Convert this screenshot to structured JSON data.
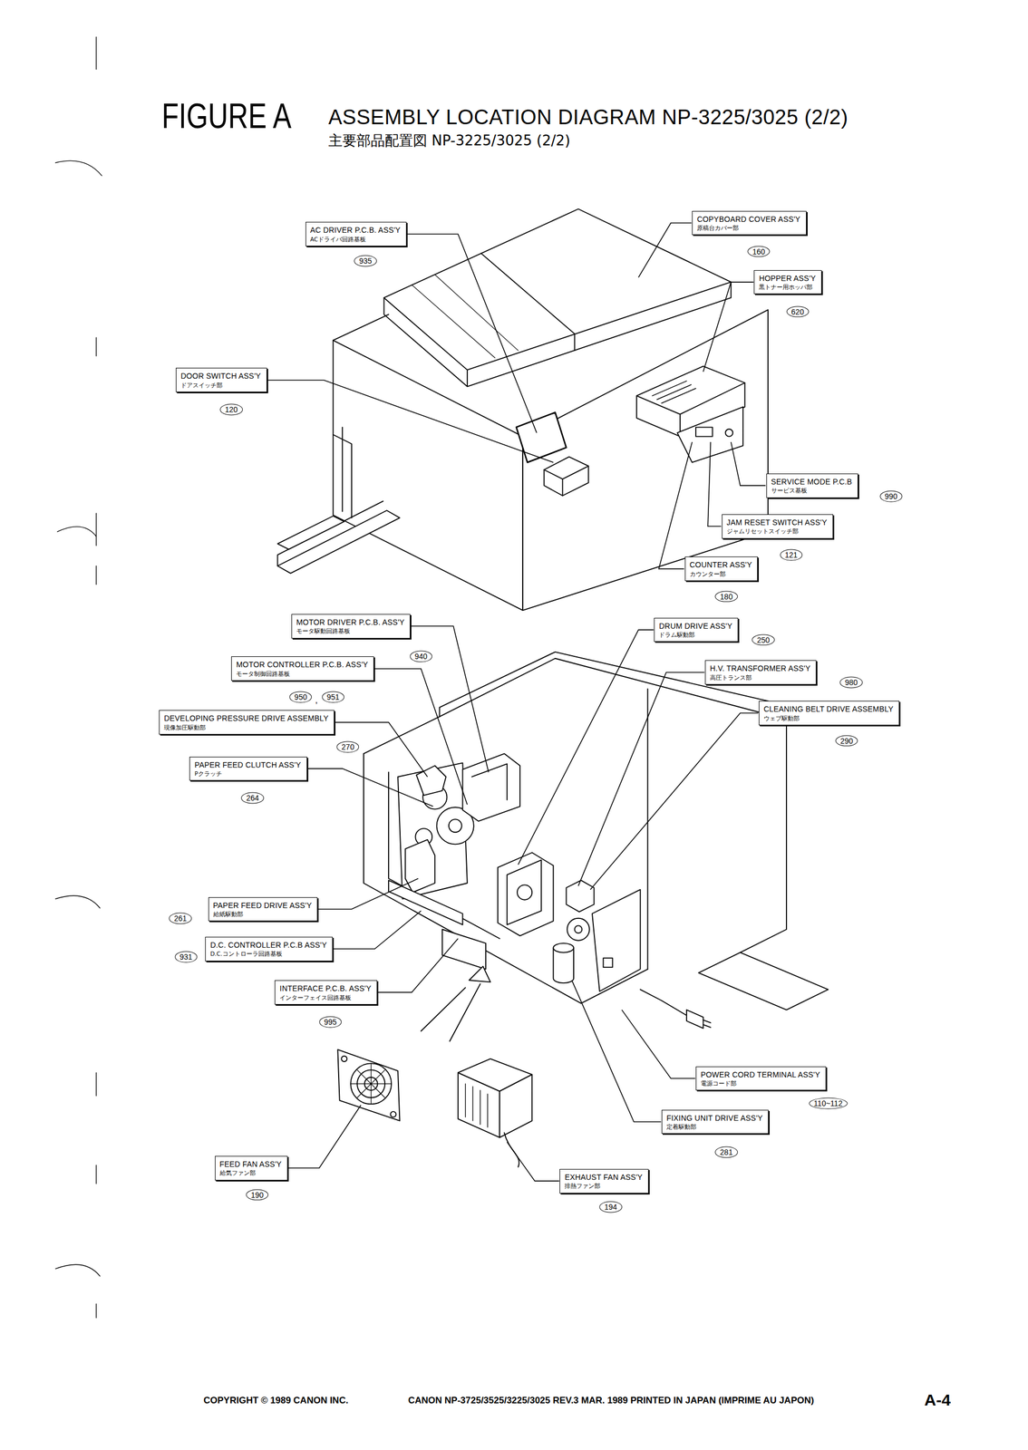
{
  "diagram": {
    "title": "ASSEMBLY LOCATION DIAGRAM NP-3225/3025 (2/2)",
    "nodes": [
      {
        "text": [
          "AC DRIVER P.C.B. ASS'Y",
          "ACドライバ回路基板"
        ]
      },
      {
        "text": [
          "COPYBOARD COVER ASS'Y",
          "原稿台カバー部"
        ]
      },
      {
        "text": [
          "HOPPER ASS'Y",
          "黒トナー用ホッパ部"
        ]
      },
      {
        "text": [
          "DOOR SWITCH ASS'Y",
          "ドアスイッチ部"
        ]
      },
      {
        "text": [
          "SERVICE MODE P.C.B",
          "サービス基板"
        ]
      },
      {
        "text": [
          "JAM RESET SWITCH ASS'Y",
          "ジャムリセットスイッチ部"
        ]
      },
      {
        "text": [
          "COUNTER ASS'Y",
          "カウンター部"
        ]
      },
      {
        "text": [
          "MOTOR DRIVER P.C.B. ASS'Y",
          "モータ駆動回路基板"
        ]
      },
      {
        "text": [
          "DRUM DRIVE ASS'Y",
          "ドラム駆動部"
        ]
      },
      {
        "text": [
          "MOTOR CONTROLLER P.C.B. ASS'Y",
          "モータ制御回路基板"
        ]
      },
      {
        "text": [
          "H.V. TRANSFORMER ASS'Y",
          "高圧トランス部"
        ]
      },
      {
        "text": [
          "DEVELOPING PRESSURE DRIVE ASSEMBLY",
          "現像加圧駆動部"
        ]
      },
      {
        "text": [
          "CLEANING BELT DRIVE ASSEMBLY",
          "ウェブ駆動部"
        ]
      },
      {
        "text": [
          "PAPER FEED CLUTCH ASS'Y",
          "Pクラッチ"
        ]
      },
      {
        "text": [
          "PAPER FEED DRIVE ASS'Y",
          "給紙駆動部"
        ]
      },
      {
        "text": [
          "D.C. CONTROLLER P.C.B ASS'Y",
          "D.C.コントローラ回路基板"
        ]
      },
      {
        "text": [
          "INTERFACE P.C.B. ASS'Y",
          "インターフェイス回路基板"
        ]
      },
      {
        "text": [
          "POWER CORD TERMINAL ASS'Y",
          "電源コード部"
        ]
      },
      {
        "text": [
          "FIXING UNIT DRIVE ASS'Y",
          "定着駆動部"
        ]
      },
      {
        "text": [
          "FEED FAN ASS'Y",
          "給気ファン部"
        ]
      },
      {
        "text": [
          "EXHAUST FAN ASS'Y",
          "排熱ファン部"
        ]
      }
    ],
    "labels": [
      "FIGURE A",
      "主要部品配置図 NP-3225/3025 (2/2)",
      "935",
      "160",
      "620",
      "120",
      "990",
      "121",
      "180",
      "940",
      "250",
      "950",
      ",",
      "951",
      "980",
      "270",
      "290",
      "264",
      "261",
      "931",
      "995",
      "110~112",
      "281",
      "190",
      "194",
      "COPYRIGHT © 1989 CANON INC.",
      "CANON NP-3725/3525/3225/3025 REV.3 MAR. 1989 PRINTED IN JAPAN (IMPRIME AU JAPON)",
      "A-4"
    ]
  }
}
